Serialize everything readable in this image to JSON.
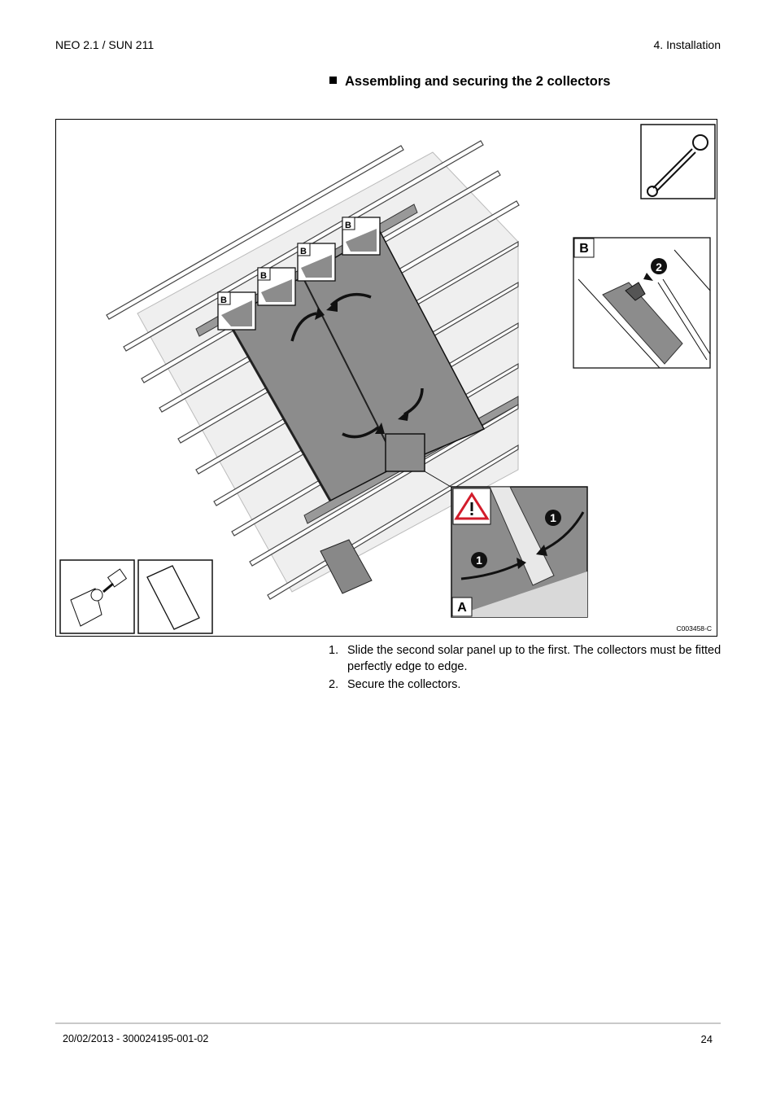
{
  "header": {
    "product": "NEO 2.1 / SUN 211",
    "chapter": "4.  Installation"
  },
  "section": {
    "title": "Assembling and securing the 2 collectors"
  },
  "figure": {
    "code": "C003458-C",
    "detail_labels": {
      "a": "A",
      "b": "B"
    },
    "step_markers": {
      "one": "1",
      "two": "2"
    },
    "icons": [
      "wrench-icon",
      "warning-icon",
      "bolt-icon",
      "collector-icon"
    ]
  },
  "steps": [
    {
      "num": "1.",
      "text": "Slide the second solar panel up to the first. The collectors must be fitted perfectly edge to edge."
    },
    {
      "num": "2.",
      "text": "Secure the collectors."
    }
  ],
  "footer": {
    "doc_ref": "20/02/2013 - 300024195-001-02",
    "page": "24"
  }
}
